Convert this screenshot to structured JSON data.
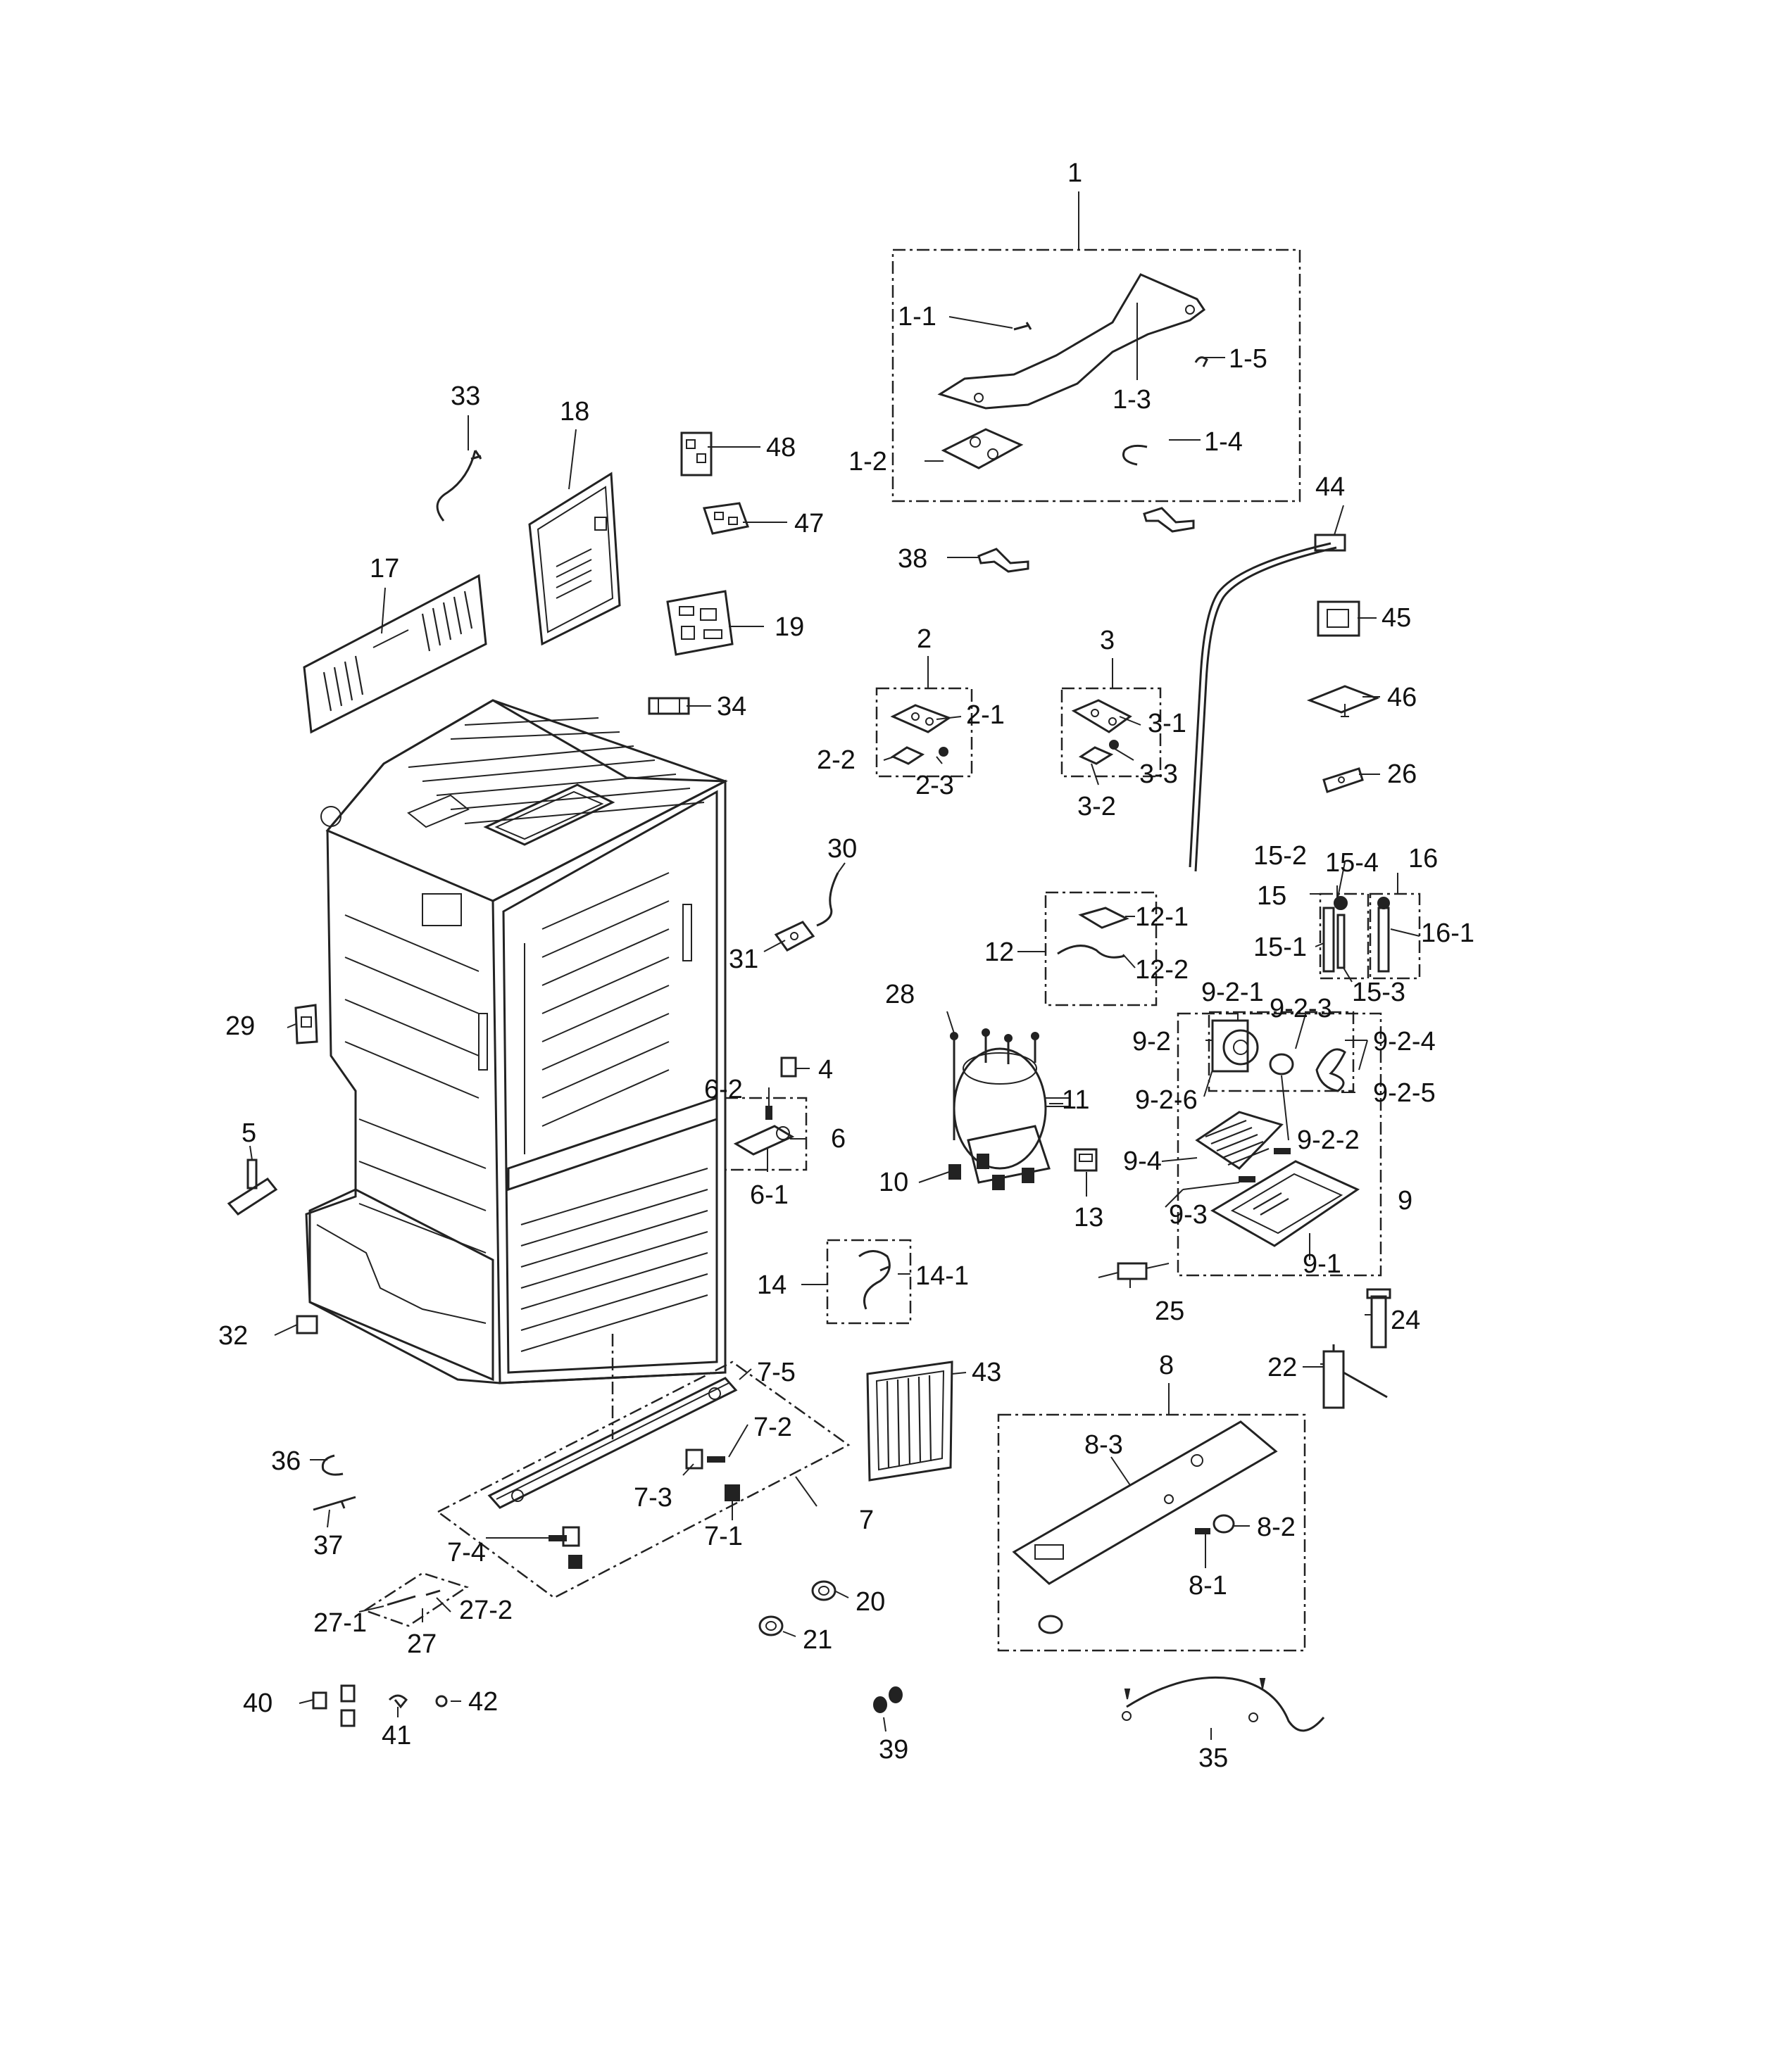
{
  "diagram": {
    "labels": {
      "l1": "1",
      "l1_1": "1-1",
      "l1_2": "1-2",
      "l1_3": "1-3",
      "l1_4": "1-4",
      "l1_5": "1-5",
      "l2": "2",
      "l2_1": "2-1",
      "l2_2": "2-2",
      "l2_3": "2-3",
      "l3": "3",
      "l3_1": "3-1",
      "l3_2": "3-2",
      "l3_3": "3-3",
      "l4": "4",
      "l5": "5",
      "l6": "6",
      "l6_1": "6-1",
      "l6_2": "6-2",
      "l7": "7",
      "l7_1": "7-1",
      "l7_2": "7-2",
      "l7_3": "7-3",
      "l7_4": "7-4",
      "l7_5": "7-5",
      "l8": "8",
      "l8_1": "8-1",
      "l8_2": "8-2",
      "l8_3": "8-3",
      "l9": "9",
      "l9_1": "9-1",
      "l9_2": "9-2",
      "l9_2_1": "9-2-1",
      "l9_2_2": "9-2-2",
      "l9_2_3": "9-2-3",
      "l9_2_4": "9-2-4",
      "l9_2_5": "9-2-5",
      "l9_2_6": "9-2-6",
      "l9_3": "9-3",
      "l9_4": "9-4",
      "l10": "10",
      "l11": "11",
      "l12": "12",
      "l12_1": "12-1",
      "l12_2": "12-2",
      "l13": "13",
      "l14": "14",
      "l14_1": "14-1",
      "l15": "15",
      "l15_1": "15-1",
      "l15_2": "15-2",
      "l15_3": "15-3",
      "l15_4": "15-4",
      "l16": "16",
      "l16_1": "16-1",
      "l17": "17",
      "l18": "18",
      "l19": "19",
      "l20": "20",
      "l21": "21",
      "l22": "22",
      "l24": "24",
      "l25": "25",
      "l26": "26",
      "l27": "27",
      "l27_1": "27-1",
      "l27_2": "27-2",
      "l28": "28",
      "l29": "29",
      "l30": "30",
      "l31": "31",
      "l32": "32",
      "l33": "33",
      "l34": "34",
      "l35": "35",
      "l36": "36",
      "l37": "37",
      "l38": "38",
      "l39": "39",
      "l40": "40",
      "l41": "41",
      "l42": "42",
      "l43": "43",
      "l44": "44",
      "l45": "45",
      "l46": "46",
      "l47": "47",
      "l48": "48"
    }
  }
}
